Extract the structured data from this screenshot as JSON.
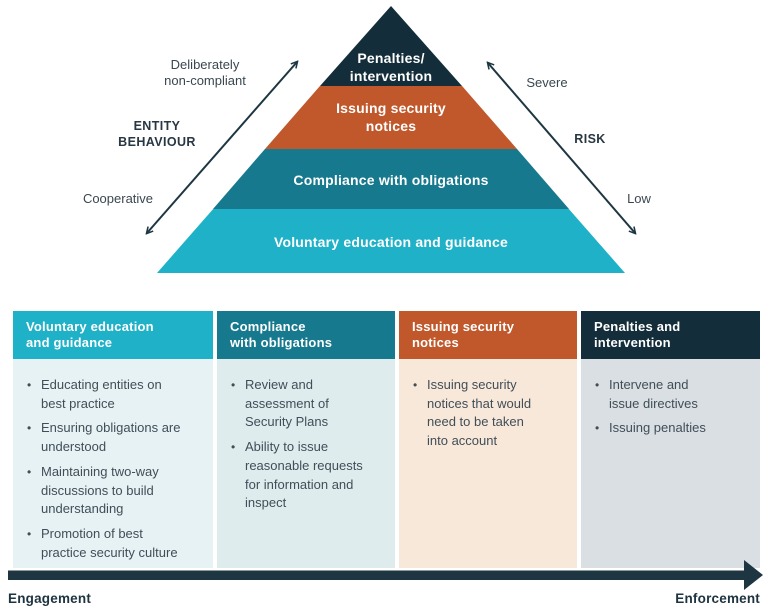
{
  "colors": {
    "cyan": "#1FB1C7",
    "teal": "#17798E",
    "orange": "#C0582C",
    "navy": "#132E3A",
    "arrow_navy": "#1D3642",
    "body_voluntary": "#E6F2F4",
    "body_compliance": "#DFECEE",
    "body_notices": "#F8E8DA",
    "body_penalties": "#D9DFE2"
  },
  "pyramid": {
    "tiers": [
      {
        "id": "penalties",
        "label": "Penalties/\nintervention",
        "color": "#132E3A"
      },
      {
        "id": "issuing-notices",
        "label": "Issuing security\nnotices",
        "color": "#C0582C"
      },
      {
        "id": "compliance",
        "label": "Compliance with obligations",
        "color": "#17798E"
      },
      {
        "id": "voluntary",
        "label": "Voluntary education and guidance",
        "color": "#1FB1C7"
      }
    ]
  },
  "left_axis": {
    "top_label": "Deliberately\nnon-compliant",
    "axis_title": "ENTITY\nBEHAVIOUR",
    "bottom_label": "Cooperative"
  },
  "right_axis": {
    "top_label": "Severe",
    "axis_title": "RISK",
    "bottom_label": "Low"
  },
  "table": {
    "columns": [
      {
        "header": "Voluntary education\nand guidance",
        "header_color": "#1FB1C7",
        "body_color": "#E6F2F4",
        "bullets": [
          "Educating entities on\nbest practice",
          "Ensuring obligations are\nunderstood",
          "Maintaining two-way\ndiscussions to build\nunderstanding",
          "Promotion of best\npractice security culture"
        ]
      },
      {
        "header": "Compliance\nwith obligations",
        "header_color": "#17798E",
        "body_color": "#DFECEE",
        "bullets": [
          "Review and\nassessment of\nSecurity Plans",
          "Ability to issue\nreasonable requests\nfor information and\ninspect"
        ]
      },
      {
        "header": "Issuing security\nnotices",
        "header_color": "#C0582C",
        "body_color": "#F8E8DA",
        "bullets": [
          "Issuing security\nnotices that would\nneed to be taken\ninto account"
        ]
      },
      {
        "header": "Penalties and\nintervention",
        "header_color": "#132E3A",
        "body_color": "#D9DFE2",
        "bullets": [
          "Intervene and\nissue directives",
          "Issuing penalties"
        ]
      }
    ]
  },
  "bottom_axis": {
    "left_label": "Engagement",
    "right_label": "Enforcement"
  }
}
